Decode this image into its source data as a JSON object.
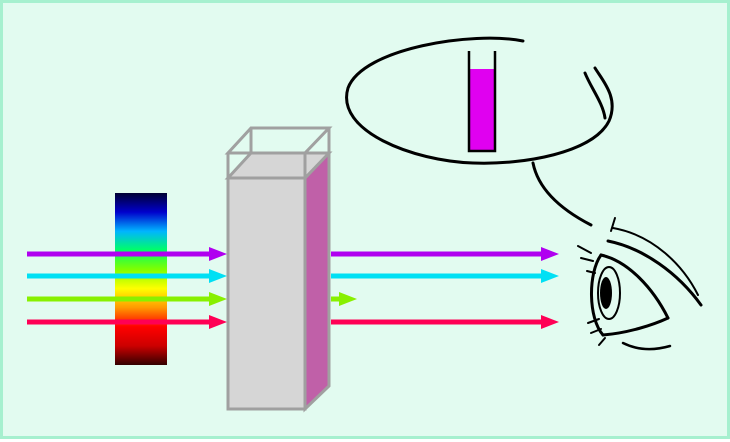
{
  "diagram": {
    "background_color": "#e2fbf0",
    "border_color": "#a6f0cf",
    "filter_spectrum_colors": [
      "#000033",
      "#0000cc",
      "#00b4ff",
      "#00ff66",
      "#80ff00",
      "#ffff00",
      "#ff9900",
      "#ff0000",
      "#cc0000",
      "#330000"
    ],
    "light_beams": [
      {
        "name": "violet",
        "color": "#b000f0",
        "transmitted": true
      },
      {
        "name": "cyan",
        "color": "#00e0f4",
        "transmitted": true
      },
      {
        "name": "green",
        "color": "#88f000",
        "transmitted": false
      },
      {
        "name": "red",
        "color": "#ff0055",
        "transmitted": true
      }
    ],
    "cuvette": {
      "body_color": "#d6d6d6",
      "edge_color": "#a0a0a0",
      "solution_color": "#c060a8"
    },
    "test_tube": {
      "liquid_color": "#e000f0"
    },
    "observer_icon": "eye-icon",
    "thought_bubble_icon": "thought-bubble-icon"
  }
}
